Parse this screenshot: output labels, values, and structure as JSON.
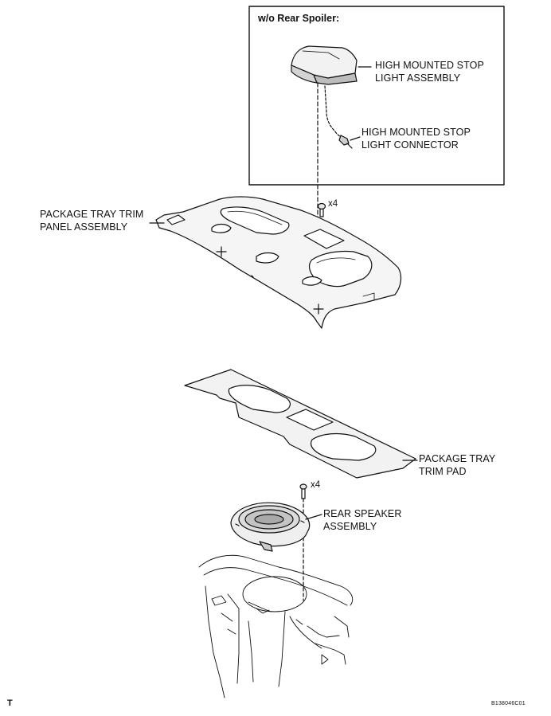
{
  "inset": {
    "title": "w/o Rear Spoiler:"
  },
  "labels": {
    "stop_light_assembly": [
      "HIGH MOUNTED STOP",
      "LIGHT ASSEMBLY"
    ],
    "stop_light_connector": [
      "HIGH MOUNTED STOP",
      "LIGHT CONNECTOR"
    ],
    "trim_panel": [
      "PACKAGE TRAY TRIM",
      "PANEL ASSEMBLY"
    ],
    "trim_pad": [
      "PACKAGE TRAY",
      "TRIM PAD"
    ],
    "speaker": [
      "REAR SPEAKER",
      "ASSEMBLY"
    ]
  },
  "quantities": {
    "panel_clips": "x4",
    "speaker_screws": "x4"
  },
  "footer": {
    "corner_mark": "T",
    "figure_code": "B138046C01"
  }
}
